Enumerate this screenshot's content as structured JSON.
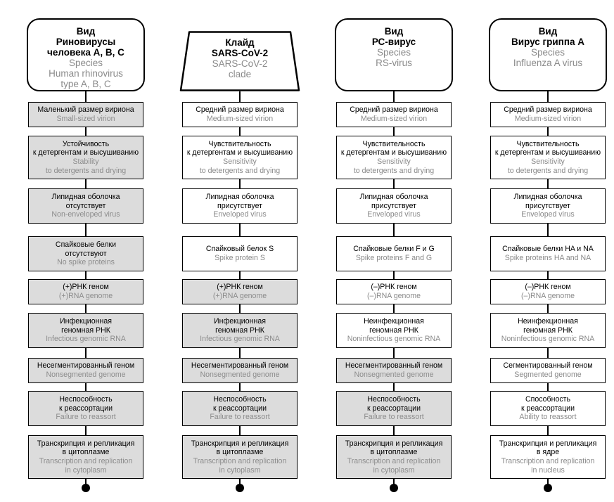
{
  "columns": [
    {
      "header_shape": "rounded",
      "header_ru": [
        "Вид",
        "Риновирусы",
        "человека A, B, C"
      ],
      "header_en": [
        "Species",
        "Human rhinovirus",
        "type A, B, C"
      ],
      "boxes": [
        {
          "ru": [
            "Маленький размер вириона"
          ],
          "en": [
            "Small-sized virion"
          ],
          "shaded": true
        },
        {
          "ru": [
            "Устойчивость",
            "к детергентам и высушиванию"
          ],
          "en": [
            "Stability",
            "to detergents and drying"
          ],
          "shaded": true
        },
        {
          "ru": [
            "Липидная оболочка",
            "отсутствует"
          ],
          "en": [
            "Non-enveloped virus"
          ],
          "shaded": true
        },
        {
          "ru": [
            "Спайковые белки",
            "отсутствуют"
          ],
          "en": [
            "No spike proteins"
          ],
          "shaded": true
        },
        {
          "ru": [
            "(+)РНК геном"
          ],
          "en": [
            "(+)RNA genome"
          ],
          "shaded": true
        },
        {
          "ru": [
            "Инфекционная",
            "геномная РНК"
          ],
          "en": [
            "Infectious genomic RNA"
          ],
          "shaded": true
        },
        {
          "ru": [
            "Несегментированный геном"
          ],
          "en": [
            "Nonsegmented genome"
          ],
          "shaded": true
        },
        {
          "ru": [
            "Неспособность",
            "к реассортации"
          ],
          "en": [
            "Failure to reassort"
          ],
          "shaded": true
        },
        {
          "ru": [
            "Транскрипция и репликация",
            "в цитоплазме"
          ],
          "en": [
            "Transcription and replication",
            "in cytoplasm"
          ],
          "shaded": true
        }
      ]
    },
    {
      "header_shape": "trapezoid",
      "header_ru": [
        "Клайд",
        "SARS-CoV-2"
      ],
      "header_en": [
        "SARS-CoV-2",
        "clade"
      ],
      "boxes": [
        {
          "ru": [
            "Средний размер вириона"
          ],
          "en": [
            "Medium-sized virion"
          ],
          "shaded": false
        },
        {
          "ru": [
            "Чувствительность",
            "к детергентам и высушиванию"
          ],
          "en": [
            "Sensitivity",
            "to detergents and drying"
          ],
          "shaded": false
        },
        {
          "ru": [
            "Липидная оболочка",
            "присутствует"
          ],
          "en": [
            "Enveloped virus"
          ],
          "shaded": false
        },
        {
          "ru": [
            "Спайковый белок S"
          ],
          "en": [
            "Spike protein S"
          ],
          "shaded": false
        },
        {
          "ru": [
            "(+)РНК геном"
          ],
          "en": [
            "(+)RNA genome"
          ],
          "shaded": true
        },
        {
          "ru": [
            "Инфекционная",
            "геномная РНК"
          ],
          "en": [
            "Infectious genomic RNA"
          ],
          "shaded": true
        },
        {
          "ru": [
            "Несегментированный геном"
          ],
          "en": [
            "Nonsegmented genome"
          ],
          "shaded": true
        },
        {
          "ru": [
            "Неспособность",
            "к реассортации"
          ],
          "en": [
            "Failure to reassort"
          ],
          "shaded": true
        },
        {
          "ru": [
            "Транскрипция и репликация",
            "в цитоплазме"
          ],
          "en": [
            "Transcription and replication",
            "in cytoplasm"
          ],
          "shaded": true
        }
      ]
    },
    {
      "header_shape": "rounded",
      "header_ru": [
        "Вид",
        "РС-вирус"
      ],
      "header_en": [
        "Species",
        "RS-virus"
      ],
      "boxes": [
        {
          "ru": [
            "Средний размер вириона"
          ],
          "en": [
            "Medium-sized virion"
          ],
          "shaded": false
        },
        {
          "ru": [
            "Чувствительность",
            "к детергентам и высушиванию"
          ],
          "en": [
            "Sensitivity",
            "to detergents and drying"
          ],
          "shaded": false
        },
        {
          "ru": [
            "Липидная оболочка",
            "присутствует"
          ],
          "en": [
            "Enveloped virus"
          ],
          "shaded": false
        },
        {
          "ru": [
            "Спайковые белки F и G"
          ],
          "en": [
            "Spike proteins F and G"
          ],
          "shaded": false
        },
        {
          "ru": [
            "(–)РНК геном"
          ],
          "en": [
            "(–)RNA genome"
          ],
          "shaded": false
        },
        {
          "ru": [
            "Неинфекционная",
            "геномная РНК"
          ],
          "en": [
            "Noninfectious genomic RNA"
          ],
          "shaded": false
        },
        {
          "ru": [
            "Несегментированный геном"
          ],
          "en": [
            "Nonsegmented genome"
          ],
          "shaded": true
        },
        {
          "ru": [
            "Неспособность",
            "к реассортации"
          ],
          "en": [
            "Failure to reassort"
          ],
          "shaded": true
        },
        {
          "ru": [
            "Транскрипция и репликация",
            "в цитоплазме"
          ],
          "en": [
            "Transcription and replication",
            "in cytoplasm"
          ],
          "shaded": true
        }
      ]
    },
    {
      "header_shape": "rounded",
      "header_ru": [
        "Вид",
        "Вирус гриппа A"
      ],
      "header_en": [
        "Species",
        "Influenza A virus"
      ],
      "boxes": [
        {
          "ru": [
            "Средний размер вириона"
          ],
          "en": [
            "Medium-sized virion"
          ],
          "shaded": false
        },
        {
          "ru": [
            "Чувствительность",
            "к детергентам и высушиванию"
          ],
          "en": [
            "Sensitivity",
            "to detergents and drying"
          ],
          "shaded": false
        },
        {
          "ru": [
            "Липидная оболочка",
            "присутствует"
          ],
          "en": [
            "Enveloped virus"
          ],
          "shaded": false
        },
        {
          "ru": [
            "Спайковые белки HA и NA"
          ],
          "en": [
            "Spike proteins HA and NA"
          ],
          "shaded": false
        },
        {
          "ru": [
            "(–)РНК геном"
          ],
          "en": [
            "(–)RNA genome"
          ],
          "shaded": false
        },
        {
          "ru": [
            "Неинфекционная",
            "геномная РНК"
          ],
          "en": [
            "Noninfectious genomic RNA"
          ],
          "shaded": false
        },
        {
          "ru": [
            "Сегментированный геном"
          ],
          "en": [
            "Segmented genome"
          ],
          "shaded": false
        },
        {
          "ru": [
            "Способность",
            "к реассортации"
          ],
          "en": [
            "Ability to reassort"
          ],
          "shaded": false
        },
        {
          "ru": [
            "Транскрипция и репликация",
            "в ядре"
          ],
          "en": [
            "Transcription and replication",
            "in nucleus"
          ],
          "shaded": false
        }
      ]
    }
  ]
}
